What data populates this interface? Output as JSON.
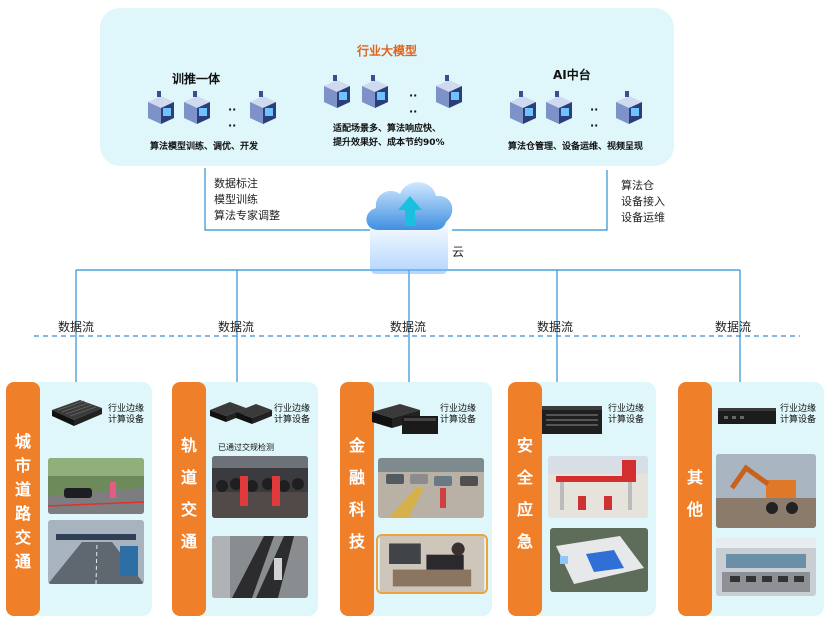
{
  "top_panel": {
    "title": "行业大模型",
    "left": {
      "title": "训推一体",
      "caption": "算法模型训练、调优、开发"
    },
    "middle": {
      "caption_line1": "适配场景多、算法响应快、",
      "caption_line2": "提升效果好、成本节约90%"
    },
    "right": {
      "title": "AI中台",
      "caption": "算法仓管理、设备运维、视频呈现"
    },
    "dots": "··"
  },
  "left_side": {
    "line1": "数据标注",
    "line2": "模型训练",
    "line3": "算法专家调整"
  },
  "right_side": {
    "line1": "算法仓",
    "line2": "设备接入",
    "line3": "设备运维"
  },
  "cloud": {
    "label": "云"
  },
  "flows": [
    "数据流",
    "数据流",
    "数据流",
    "数据流",
    "数据流"
  ],
  "edge_label": {
    "line1": "行业边缘",
    "line2": "计算设备"
  },
  "cards": [
    {
      "tag": [
        "城",
        "市",
        "道",
        "路",
        "交",
        "通"
      ]
    },
    {
      "tag": [
        "轨",
        "道",
        "交",
        "通"
      ],
      "photo_caption": "已通过交规检测"
    },
    {
      "tag": [
        "金",
        "融",
        "科",
        "技"
      ]
    },
    {
      "tag": [
        "安",
        "全",
        "应",
        "急"
      ]
    },
    {
      "tag": [
        "其",
        "他"
      ]
    }
  ],
  "colors": {
    "accent_orange": "#f07f2a",
    "title_orange": "#e2621a",
    "panel_bg": "#dff7fa",
    "line_blue": "#2b8fd6"
  }
}
